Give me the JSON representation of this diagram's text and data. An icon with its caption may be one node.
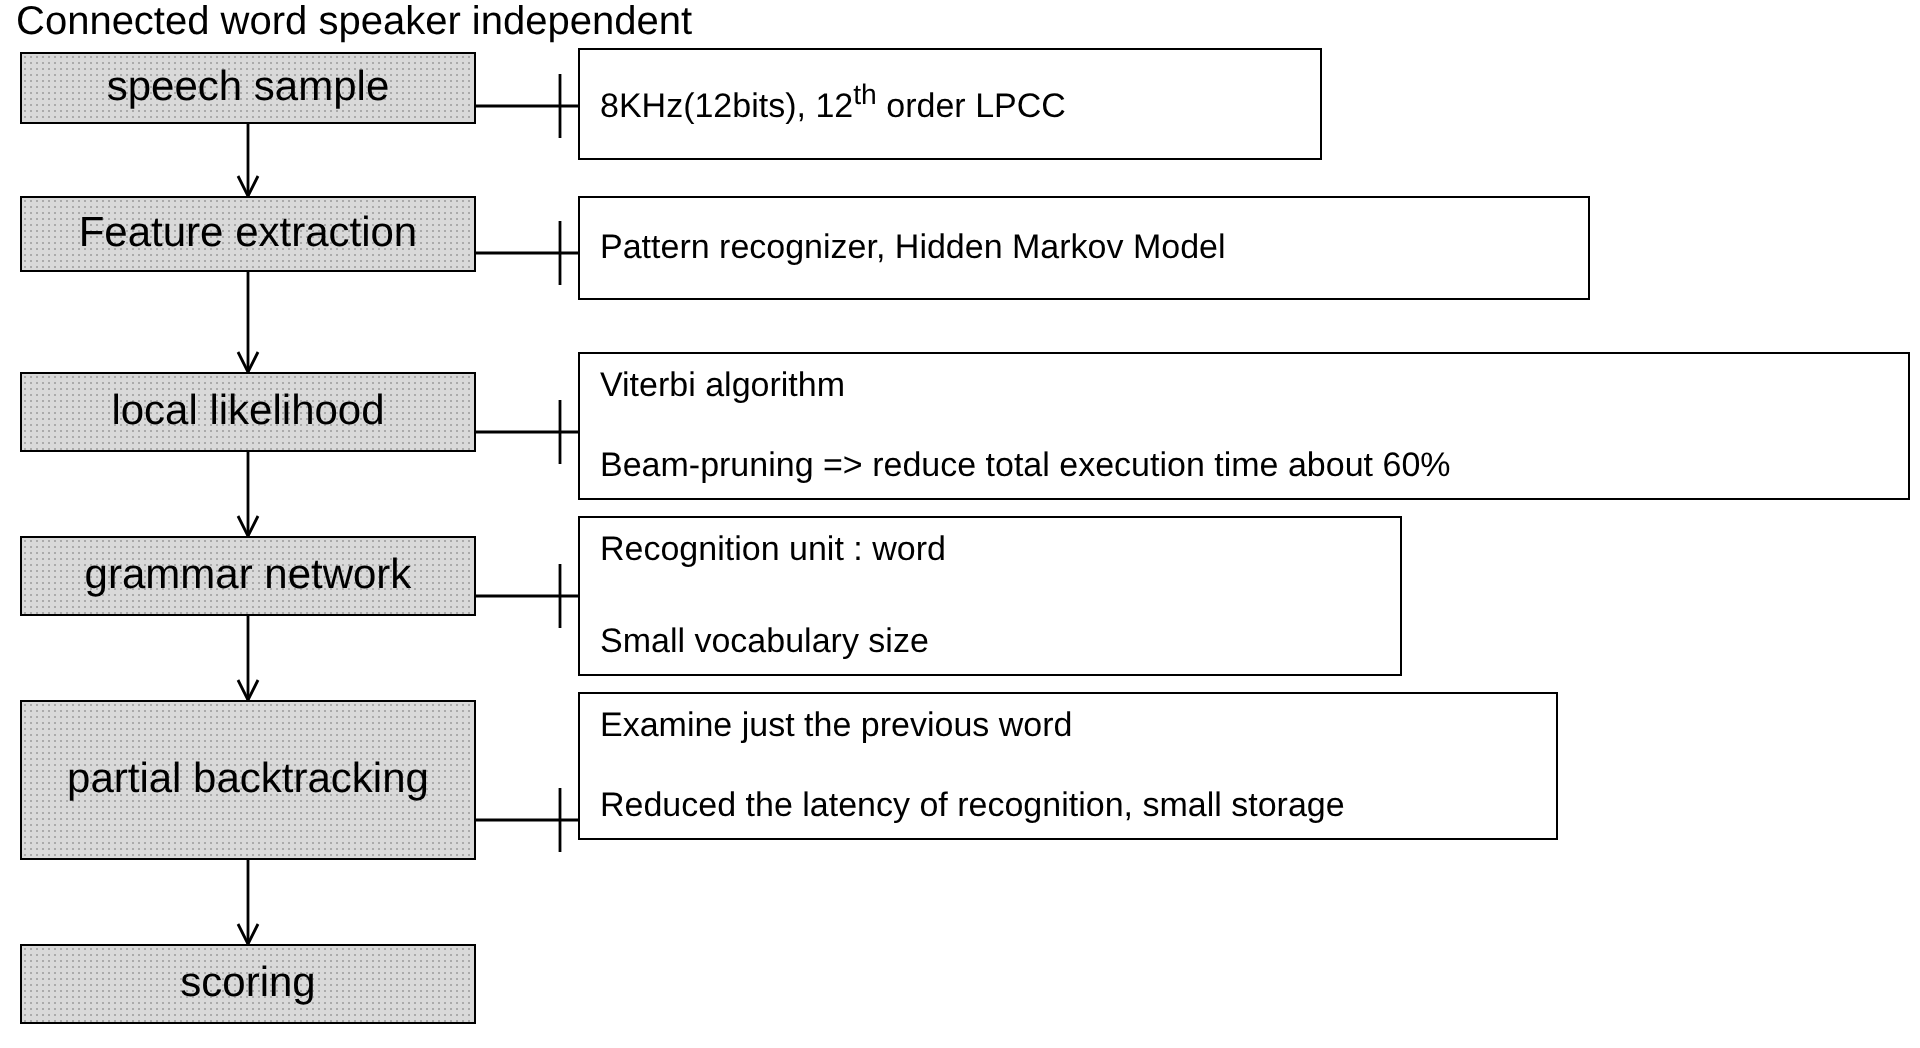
{
  "diagram": {
    "title": "Connected word speaker independent",
    "nodes": [
      {
        "text": [
          "speech sample"
        ]
      },
      {
        "text": [
          "Feature extraction"
        ]
      },
      {
        "text": [
          "local likelihood"
        ]
      },
      {
        "text": [
          "grammar network"
        ]
      },
      {
        "text": [
          "partial backtracking"
        ]
      },
      {
        "text": [
          "scoring"
        ]
      },
      {
        "text": [
          "8KHz(12bits), 12$^{th}$ order LPCC"
        ]
      },
      {
        "text": [
          "Pattern recognizer, Hidden Markov Model"
        ]
      },
      {
        "text": [
          "Viterbi algorithm",
          "Beam-pruning => reduce total execution time about 60%"
        ]
      },
      {
        "text": [
          "Recognition unit : word",
          "Small vocabulary size"
        ]
      },
      {
        "text": [
          "Examine just the previous word",
          "Reduced the latency of recognition, small storage"
        ]
      }
    ],
    "edges": [
      {
        "from": 0,
        "to": 1,
        "arrow": "to"
      },
      {
        "from": 1,
        "to": 2,
        "arrow": "to"
      },
      {
        "from": 2,
        "to": 3,
        "arrow": "to"
      },
      {
        "from": 3,
        "to": 4,
        "arrow": "to"
      },
      {
        "from": 4,
        "to": 5,
        "arrow": "to"
      },
      {
        "from": 0,
        "to": 6,
        "arrow": "other"
      },
      {
        "from": 1,
        "to": 7,
        "arrow": "other"
      },
      {
        "from": 2,
        "to": 8,
        "arrow": "other"
      },
      {
        "from": 3,
        "to": 9,
        "arrow": "other"
      },
      {
        "from": 4,
        "to": 10,
        "arrow": "other"
      }
    ]
  }
}
